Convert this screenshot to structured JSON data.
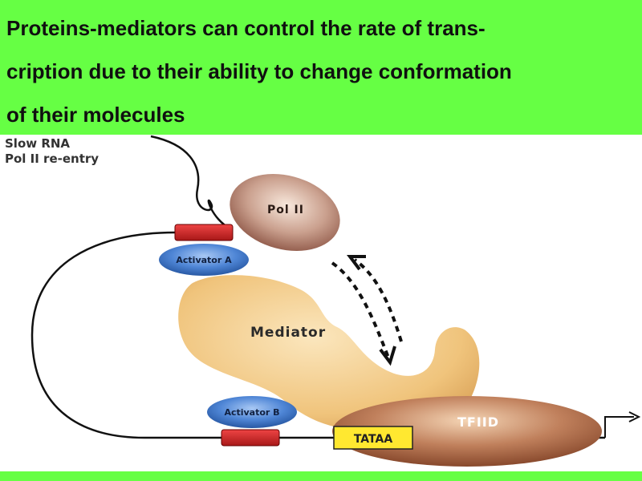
{
  "title_lines": [
    "Proteins-mediators  can control  the rate of trans-",
    "cription due to their ability to change conformation",
    "of their molecules"
  ],
  "diagram": {
    "slow_line1": "Slow RNA",
    "slow_line2": "Pol II re-entry",
    "pol2": "Pol II",
    "activator_a": "Activator A",
    "activator_b": "Activator B",
    "mediator": "Mediator",
    "tfiid": "TFIID",
    "tataa": "TATAA"
  },
  "colors": {
    "background": "#66ff44",
    "activator": "#3d74c8",
    "mediator": "#f0c47c",
    "pol2": "#b07868",
    "tfiid": "#a85c40",
    "dna_box": "#cc2a2a",
    "tataa_box": "#ffe830"
  }
}
